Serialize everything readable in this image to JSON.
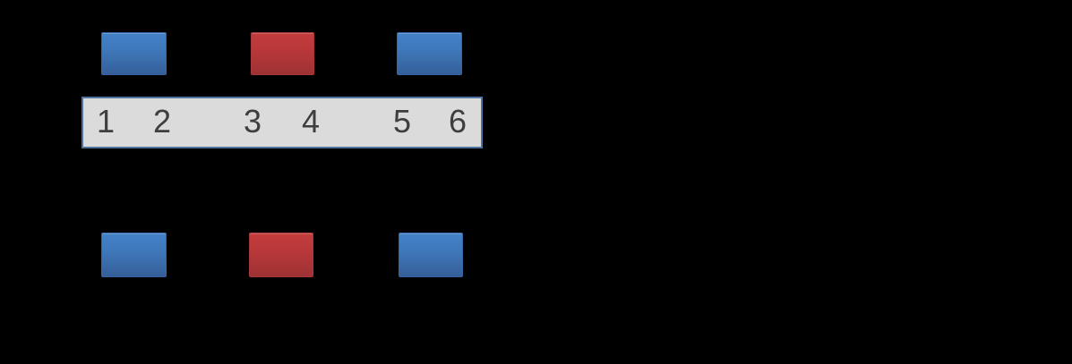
{
  "background_color": "#000000",
  "strip": {
    "fill_color": "#dbdbdb",
    "border_color": "#4f73a1",
    "text_color": "#3e3e3e",
    "cells": [
      "1",
      "2",
      "3",
      "4",
      "5",
      "6"
    ]
  },
  "blocks": {
    "blue_gradient_top": "#4481c7",
    "blue_gradient_bottom": "#355f99",
    "red_gradient_top": "#c33c3d",
    "red_gradient_bottom": "#9e3234",
    "top_row": [
      {
        "color": "blue",
        "aligned_slots": "1-2"
      },
      {
        "color": "red",
        "aligned_slots": "3-4"
      },
      {
        "color": "blue",
        "aligned_slots": "5-6"
      }
    ],
    "bottom_row": [
      {
        "color": "blue",
        "aligned_slots": "1-2"
      },
      {
        "color": "red",
        "aligned_slots": "3-4"
      },
      {
        "color": "blue",
        "aligned_slots": "5-6"
      }
    ]
  }
}
